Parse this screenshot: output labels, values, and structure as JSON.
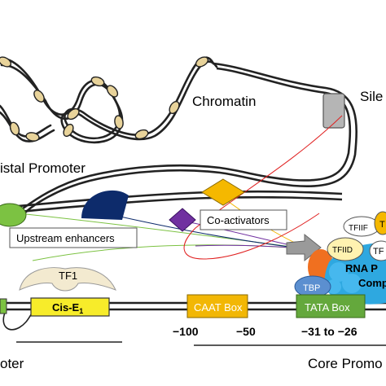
{
  "labels": {
    "chromatin": "Chromatin",
    "silencer": "Sile",
    "distal_promoter": "istal Promoter",
    "upstream_enhancers": "Upstream enhancers",
    "coactivators": "Co-activators",
    "tf1": "TF1",
    "cis_e1": "Cis-E",
    "cis_e1_sub": "1",
    "caat_box": "CAAT Box",
    "tata_box": "TATA Box",
    "tbp": "TBP",
    "tfiif": "TFIIF",
    "tfiid": "TFIID",
    "tf_partial_top": "T",
    "tf_partial_mid": "TF",
    "rna_pol_line1": "RNA P",
    "rna_pol_line2": "Comp",
    "pos_minus100": "−100",
    "pos_minus50": "−50",
    "pos_range": "−31  to −26",
    "proximal_promoter": "oter",
    "core_promoter": "Core Promo"
  },
  "colors": {
    "nucleosome": "#e8d39a",
    "silencer_box": "#b5b5b5",
    "green_oval": "#7cc242",
    "navy_factor": "#0d2b6b",
    "gold_diamond": "#f5b800",
    "purple_diamond": "#7030a0",
    "tf1_shape": "#f3ead0",
    "yellow_box": "#f7ec2a",
    "caat_box": "#f2b705",
    "tata_box": "#64a83c",
    "tbp": "#5b8fd0",
    "rna_pol": "#2ea8e0",
    "tfiid": "#fff2b0",
    "orange_factor": "#f07020"
  }
}
